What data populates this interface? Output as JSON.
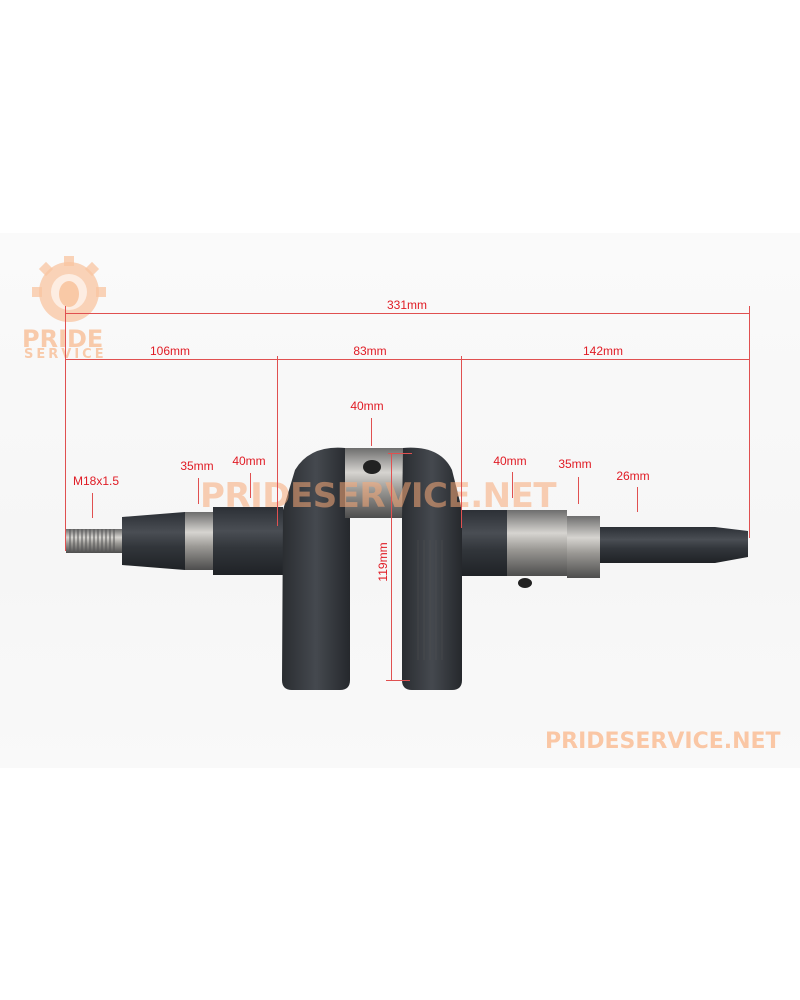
{
  "image": {
    "subject": "Engine crankshaft product photo with dimension annotations",
    "background_color": "#f8f8f8",
    "annotation_color": "#e01b24",
    "watermark_color": "#f8b488"
  },
  "logo": {
    "line1": "PRIDE",
    "line2": "SERVICE",
    "icon": "lion-gear-icon"
  },
  "watermarks": {
    "center": "PRIDESERVICE.NET",
    "footer": "PRIDESERVICE.NET"
  },
  "dimensions": {
    "overall_length": "331mm",
    "segment_left": "106mm",
    "segment_middle": "83mm",
    "segment_right": "142mm",
    "crankpin_diameter": "40mm",
    "thread": "M18x1.5",
    "left_bearing_diameter": "35mm",
    "left_journal_diameter": "40mm",
    "right_journal_diameter": "40mm",
    "right_bearing_diameter": "35mm",
    "output_shaft_diameter": "26mm",
    "web_height": "119mm"
  }
}
